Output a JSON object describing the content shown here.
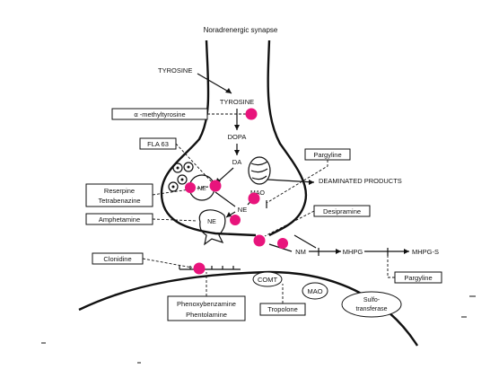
{
  "title": "Noradrenergic synapse",
  "pathway": {
    "tyrosine_outside": "TYROSINE",
    "tyrosine_inside": "TYROSINE",
    "dopa": "DOPA",
    "da": "DA",
    "ne_vesicle": "NE",
    "ne_cyto": "NE",
    "ne_release": "NE",
    "mao_inner": "MAO",
    "deaminated": "DEAMINATED PRODUCTS",
    "nm": "NM",
    "mhpg": "MHPG",
    "mhpgs": "MHPG-S"
  },
  "drugs": {
    "alpha_methyltyrosine": "α -methyltyrosine",
    "fla63": "FLA 63",
    "reserpine": "Reserpine",
    "tetrabenazine": "Tetrabenazine",
    "amphetamine": "Amphetamine",
    "clonidine": "Clonidine",
    "pargyline_top": "Pargyline",
    "desipramine": "Desipramine",
    "pargyline_right": "Pargyline",
    "phenoxybenzamine": "Phenoxybenzamine",
    "phentolamine": "Phentolamine",
    "tropolone": "Tropolone"
  },
  "enzymes": {
    "comt": "COMT",
    "mao_outer": "MAO",
    "sulfo1": "Sulfo-",
    "sulfo2": "transferase"
  },
  "colors": {
    "blocker_dot": "#e8147c",
    "line": "#111111"
  }
}
